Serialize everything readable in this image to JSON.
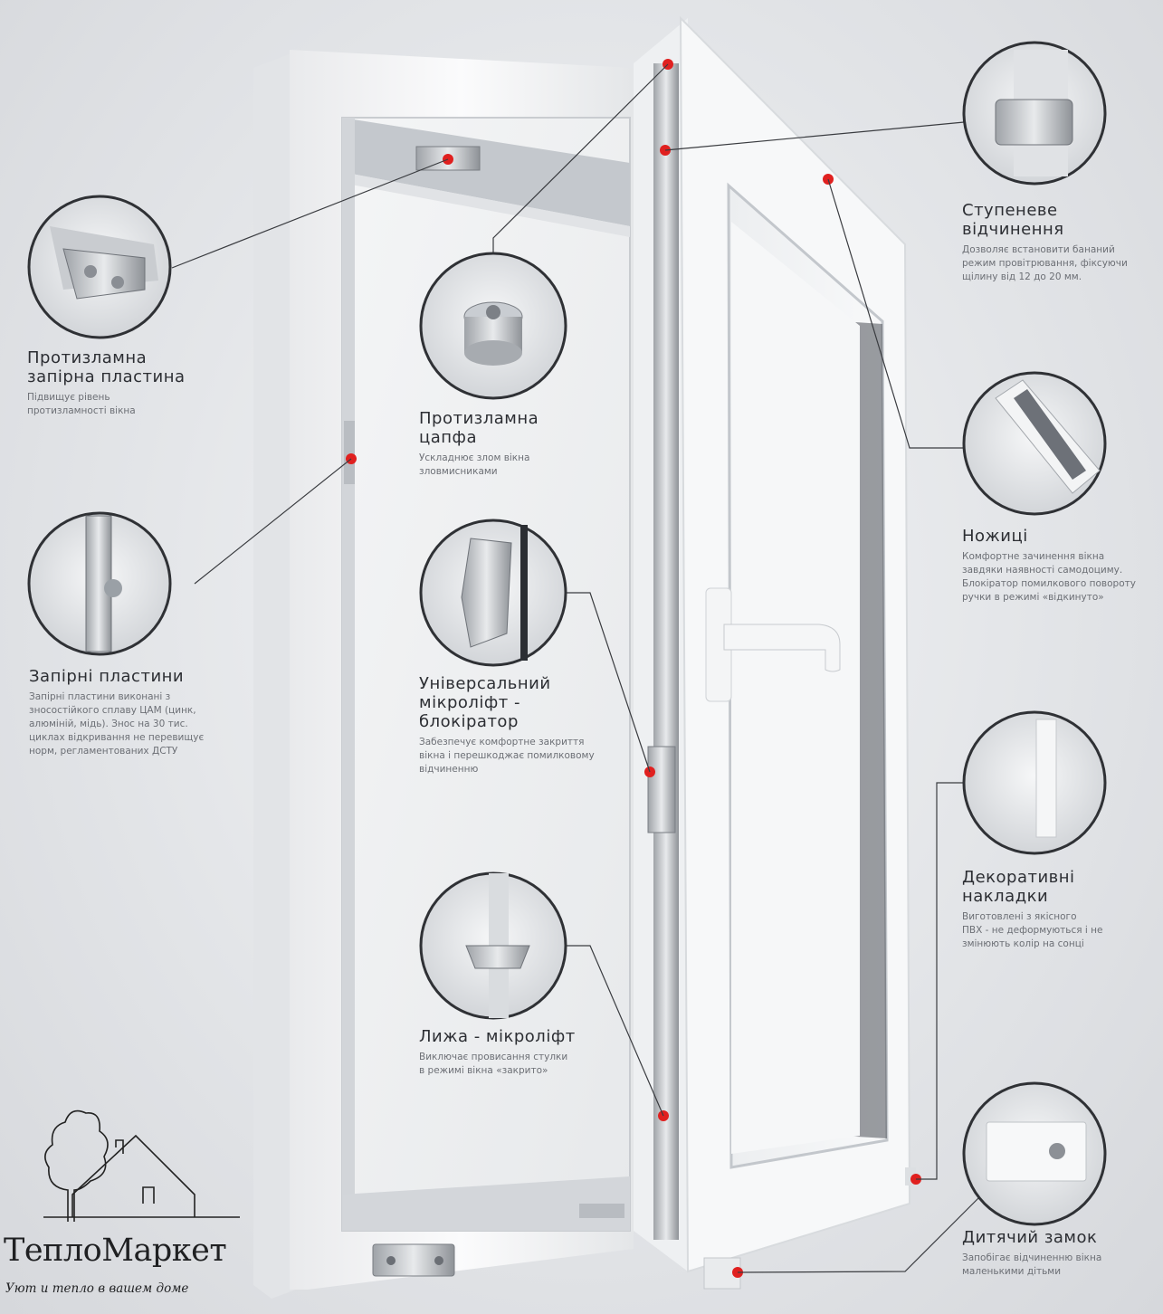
{
  "colors": {
    "accent": "#e0201f",
    "frame": "#f7f8f9",
    "text": "#2c2e33",
    "muted": "#6c6f75"
  },
  "features": [
    {
      "id": "anti-burglary-strike-plate",
      "title": "Протизламна\nзапірна пластина",
      "desc": "Підвищує рівень\nпротизламності вікна"
    },
    {
      "id": "anti-burglary-pin",
      "title": "Протизламна\nцапфа",
      "desc": "Ускладнює злом вікна\nзловмисниками"
    },
    {
      "id": "stepped-opening",
      "title": "Ступеневе\nвідчинення",
      "desc": "Дозволяє встановити бананий\nрежим провітрювання, фіксуючи\nщілину від 12 до 20 мм."
    },
    {
      "id": "strike-plates",
      "title": "Запірні пластини",
      "desc": "Запірні пластини виконані з\nзносостійкого сплаву ЦАМ (цинк,\nалюміній, мідь). Знос на 30 тис.\nциклах відкривання не перевищує\nнорм, регламентованих ДСТУ"
    },
    {
      "id": "universal-microlift",
      "title": "Універсальний\nмікроліфт -\nблокіратор",
      "desc": "Забезпечує комфортне закриття\nвікна і перешкоджає помилковому\nвідчиненню"
    },
    {
      "id": "scissors",
      "title": "Ножиці",
      "desc": "Комфортне зачинення вікна\nзавдяки наявності самодоциму.\nБлокіратор помилкового повороту\nручки в режимі «відкинуто»"
    },
    {
      "id": "decorative-covers",
      "title": "Декоративні\nнакладки",
      "desc": "Виготовлені з якісного\nПВХ - не деформуються і не\nзмінюють колір на сонці"
    },
    {
      "id": "ski-microlift",
      "title": "Лижа - мікроліфт",
      "desc": "Виключає провисання стулки\nв режимі вікна «закрито»"
    },
    {
      "id": "child-lock",
      "title": "Дитячий замок",
      "desc": "Запобігає відчиненню вікна\nмаленькими дітьми"
    }
  ],
  "brand": {
    "name": "ТеплоМаркет",
    "slogan": "Уют и тепло в вашем доме"
  }
}
